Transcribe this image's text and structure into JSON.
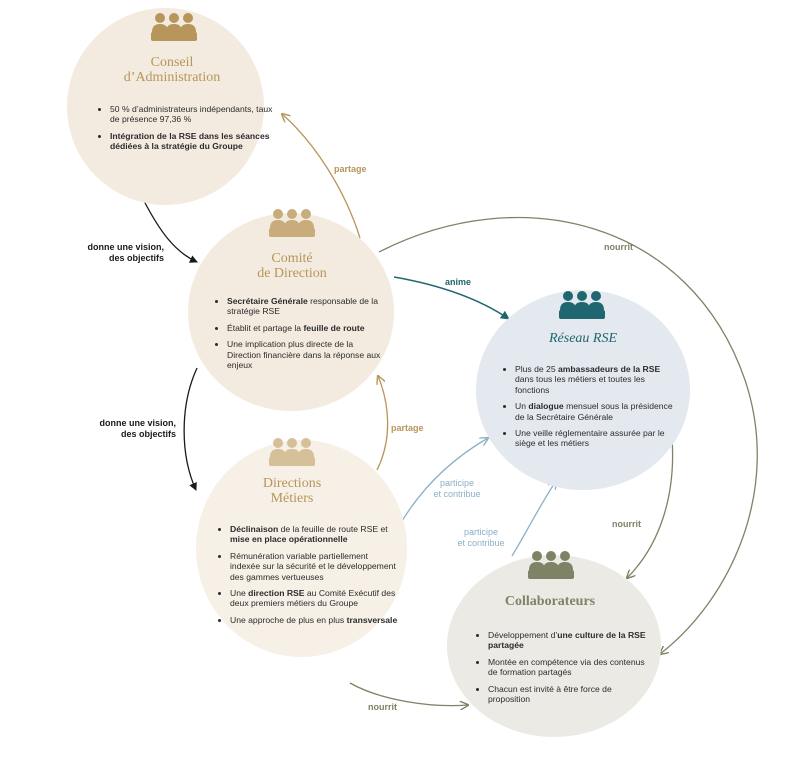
{
  "colors": {
    "gold": "#b8955a",
    "teal": "#1f6670",
    "olive": "#7f8365",
    "light_blue": "#8cb0c7",
    "black": "#1a1a1a",
    "circle_cream": "#f3ebdf",
    "circle_cream_light": "#f6f0e7",
    "circle_blue": "#e4e9ef",
    "circle_grey": "#eceae4"
  },
  "nodes": {
    "conseil": {
      "title_line1": "Conseil",
      "title_line2": "d’Administration",
      "icon": "people-group-icon",
      "items": [
        {
          "parts": [
            {
              "text": "50 % d’administrateurs indépendants, taux de présence 97,36 %",
              "bold": false
            }
          ]
        },
        {
          "parts": [
            {
              "text": "Intégration de la RSE dans les séances dédiées à la stratégie du Groupe",
              "bold": true
            }
          ]
        }
      ]
    },
    "comite": {
      "title_line1": "Comité",
      "title_line2": "de Direction",
      "icon": "people-group-icon",
      "items": [
        {
          "parts": [
            {
              "text": "Secrétaire Générale",
              "bold": true
            },
            {
              "text": " responsable de la stratégie RSE",
              "bold": false
            }
          ]
        },
        {
          "parts": [
            {
              "text": "Établit et partage la ",
              "bold": false
            },
            {
              "text": "feuille de route",
              "bold": true
            }
          ]
        },
        {
          "parts": [
            {
              "text": "Une implication plus directe de la Direction financière dans la réponse aux enjeux",
              "bold": false
            }
          ]
        }
      ]
    },
    "directions": {
      "title_line1": "Directions",
      "title_line2": "Métiers",
      "icon": "people-group-icon",
      "items": [
        {
          "parts": [
            {
              "text": "Déclinaison",
              "bold": true
            },
            {
              "text": " de la feuille de route RSE et ",
              "bold": false
            },
            {
              "text": "mise en place opérationnelle",
              "bold": true
            }
          ]
        },
        {
          "parts": [
            {
              "text": "Rémunération variable partiellement indexée sur la sécurité et le développement des gammes vertueuses",
              "bold": false
            }
          ]
        },
        {
          "parts": [
            {
              "text": "Une ",
              "bold": false
            },
            {
              "text": "direction RSE",
              "bold": true
            },
            {
              "text": " au Comité Exécutif des deux premiers métiers du Groupe",
              "bold": false
            }
          ]
        },
        {
          "parts": [
            {
              "text": "Une approche de plus en plus ",
              "bold": false
            },
            {
              "text": "transversale",
              "bold": true
            }
          ]
        }
      ]
    },
    "reseau": {
      "title_line1": "Réseau RSE",
      "title_line2": "",
      "icon": "people-group-icon",
      "items": [
        {
          "parts": [
            {
              "text": "Plus de 25 ",
              "bold": false
            },
            {
              "text": "ambassadeurs de la RSE",
              "bold": true
            },
            {
              "text": " dans tous les métiers et toutes les fonctions",
              "bold": false
            }
          ]
        },
        {
          "parts": [
            {
              "text": "Un ",
              "bold": false
            },
            {
              "text": "dialogue",
              "bold": true
            },
            {
              "text": " mensuel sous la présidence de la Secrétaire Générale",
              "bold": false
            }
          ]
        },
        {
          "parts": [
            {
              "text": "Une veille réglementaire assurée par le siège et les métiers",
              "bold": false
            }
          ]
        }
      ]
    },
    "collaborateurs": {
      "title_line1": "Collaborateurs",
      "title_line2": "",
      "icon": "people-group-icon",
      "items": [
        {
          "parts": [
            {
              "text": "Développement d’",
              "bold": false
            },
            {
              "text": "une culture de la RSE partagée",
              "bold": true
            }
          ]
        },
        {
          "parts": [
            {
              "text": "Montée en compétence via des contenus de formation partagés",
              "bold": false
            }
          ]
        },
        {
          "parts": [
            {
              "text": "Chacun est invité à être force de proposition",
              "bold": false
            }
          ]
        }
      ]
    }
  },
  "edges": {
    "conseil_to_comite": {
      "line1": "donne une vision,",
      "line2": "des objectifs"
    },
    "comite_to_directions": {
      "line1": "donne une vision,",
      "line2": "des objectifs"
    },
    "comite_to_conseil": {
      "line1": "partage",
      "line2": ""
    },
    "directions_to_comite": {
      "line1": "partage",
      "line2": ""
    },
    "comite_to_reseau": {
      "line1": "anime",
      "line2": ""
    },
    "comite_to_collaborateurs": {
      "line1": "nourrit",
      "line2": ""
    },
    "reseau_to_collaborateurs": {
      "line1": "nourrit",
      "line2": ""
    },
    "directions_to_collaborateurs": {
      "line1": "nourrit",
      "line2": ""
    },
    "directions_to_reseau": {
      "line1": "participe",
      "line2": "et contribue"
    },
    "collaborateurs_to_reseau": {
      "line1": "participe",
      "line2": "et contribue"
    }
  }
}
